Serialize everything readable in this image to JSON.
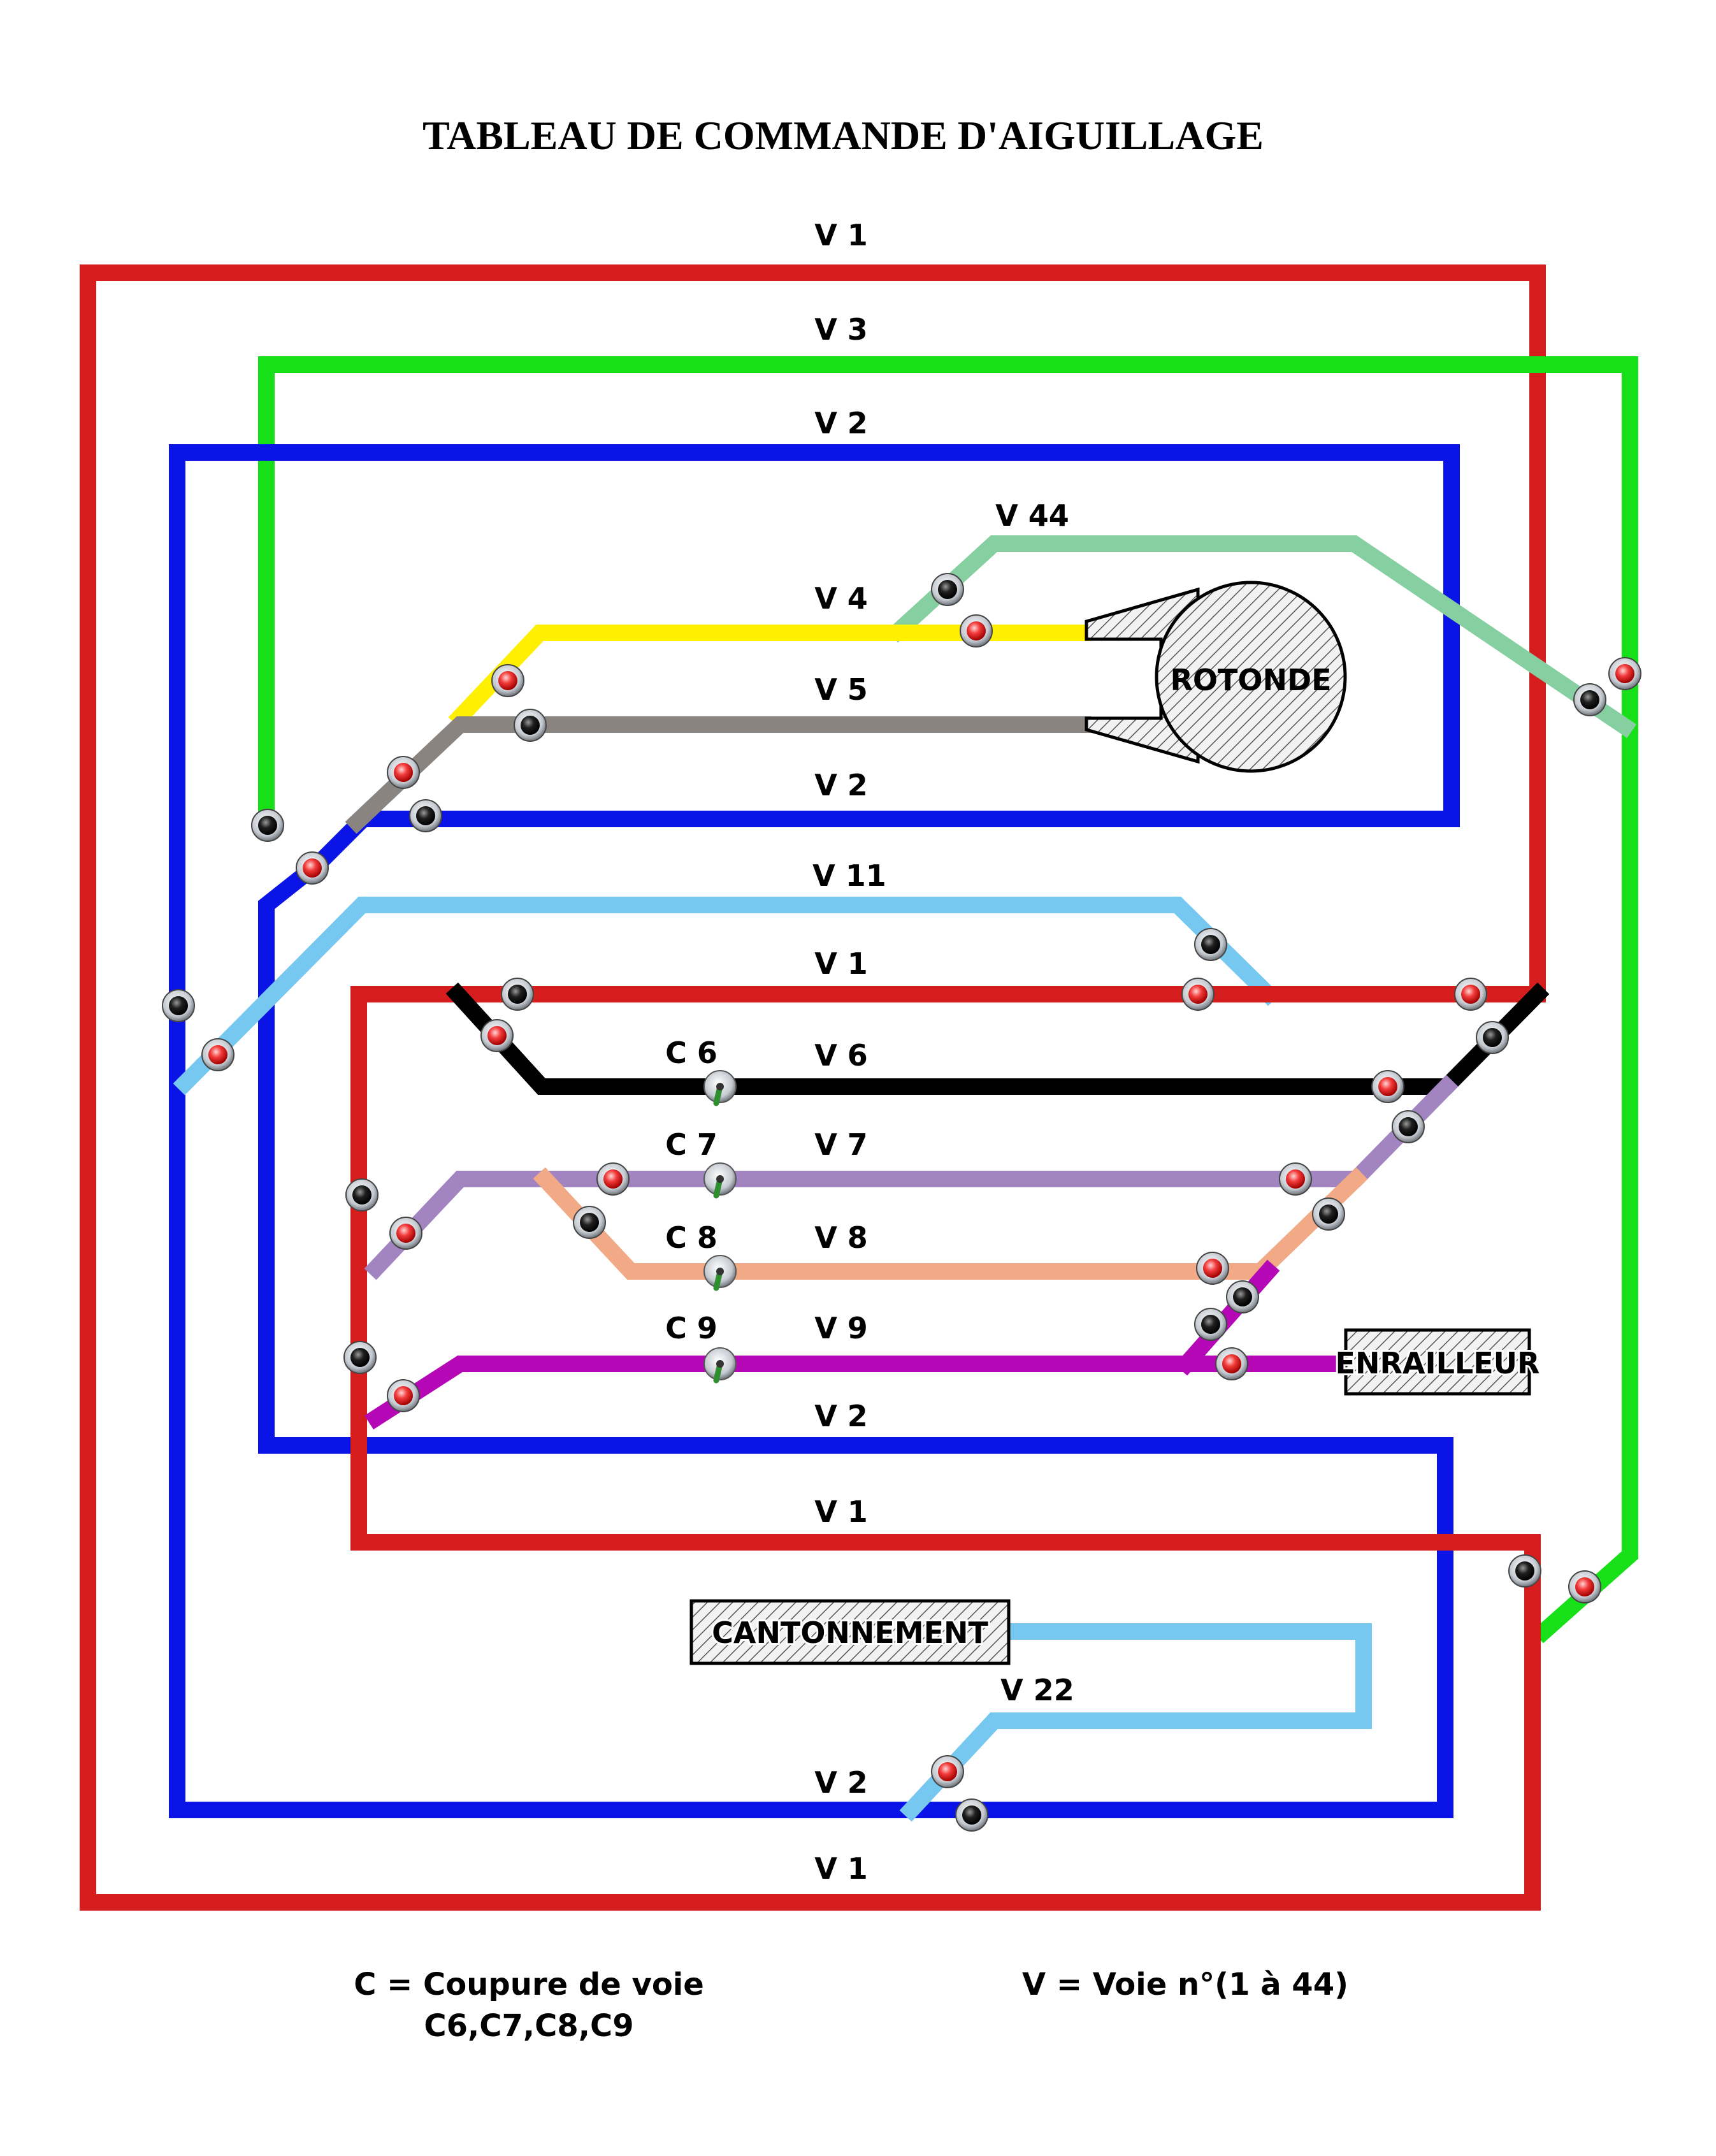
{
  "title": "TABLEAU DE COMMANDE D'AIGUILLAGE",
  "colors": {
    "v1": "#d61d1d",
    "v3": "#18e018",
    "v2": "#0a14e6",
    "v44": "#85cfa1",
    "v4": "#ffef00",
    "v5": "#8a8480",
    "v11": "#76c8f0",
    "v6": "#000000",
    "v7": "#a184c0",
    "v8": "#f2aa86",
    "v9": "#b507b5",
    "v22": "#76c8f0",
    "led_red": "#f23a3a",
    "led_black": "#1f1f1f",
    "switch_green": "#2f8f2f"
  },
  "track_labels": [
    {
      "id": "v1-top",
      "text": "V 1"
    },
    {
      "id": "v3-top",
      "text": "V 3"
    },
    {
      "id": "v2-top",
      "text": "V 2"
    },
    {
      "id": "v44",
      "text": "V 44"
    },
    {
      "id": "v4",
      "text": "V 4"
    },
    {
      "id": "v5",
      "text": "V 5"
    },
    {
      "id": "v2-mid",
      "text": "V 2"
    },
    {
      "id": "v11",
      "text": "V 11"
    },
    {
      "id": "v1-mid",
      "text": "V 1"
    },
    {
      "id": "v6",
      "text": "V 6"
    },
    {
      "id": "v7",
      "text": "V 7"
    },
    {
      "id": "v8",
      "text": "V 8"
    },
    {
      "id": "v9",
      "text": "V 9"
    },
    {
      "id": "v2-low",
      "text": "V 2"
    },
    {
      "id": "v1-low",
      "text": "V 1"
    },
    {
      "id": "v22",
      "text": "V 22"
    },
    {
      "id": "v2-bottom",
      "text": "V 2"
    },
    {
      "id": "v1-bottom",
      "text": "V 1"
    }
  ],
  "cut_labels": [
    {
      "id": "c6",
      "text": "C 6"
    },
    {
      "id": "c7",
      "text": "C 7"
    },
    {
      "id": "c8",
      "text": "C 8"
    },
    {
      "id": "c9",
      "text": "C 9"
    }
  ],
  "boxes": {
    "rotonde": "ROTONDE",
    "enrailleur": "ENRAILLEUR",
    "cantonnement": "CANTONNEMENT"
  },
  "legend": {
    "c_line1": "C = Coupure de voie",
    "c_line2": "C6,C7,C8,C9",
    "v_line": "V = Voie n°(1 à 44)"
  }
}
